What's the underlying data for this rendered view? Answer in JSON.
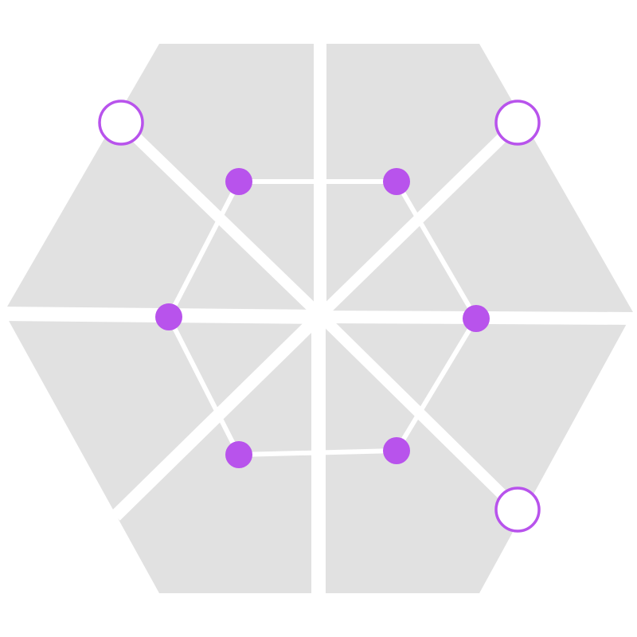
{
  "colors": {
    "background": "#ffffff",
    "panel": "#e1e1e1",
    "accent": "#b853ec",
    "open_fill": "#ffffff",
    "line": "#ffffff"
  },
  "diagram": {
    "kind": "hexagonal-graph",
    "inner_node_count": 6,
    "outer_node_count": 3,
    "inner_node_style": "filled-dot",
    "outer_node_style": "hollow-circle"
  }
}
